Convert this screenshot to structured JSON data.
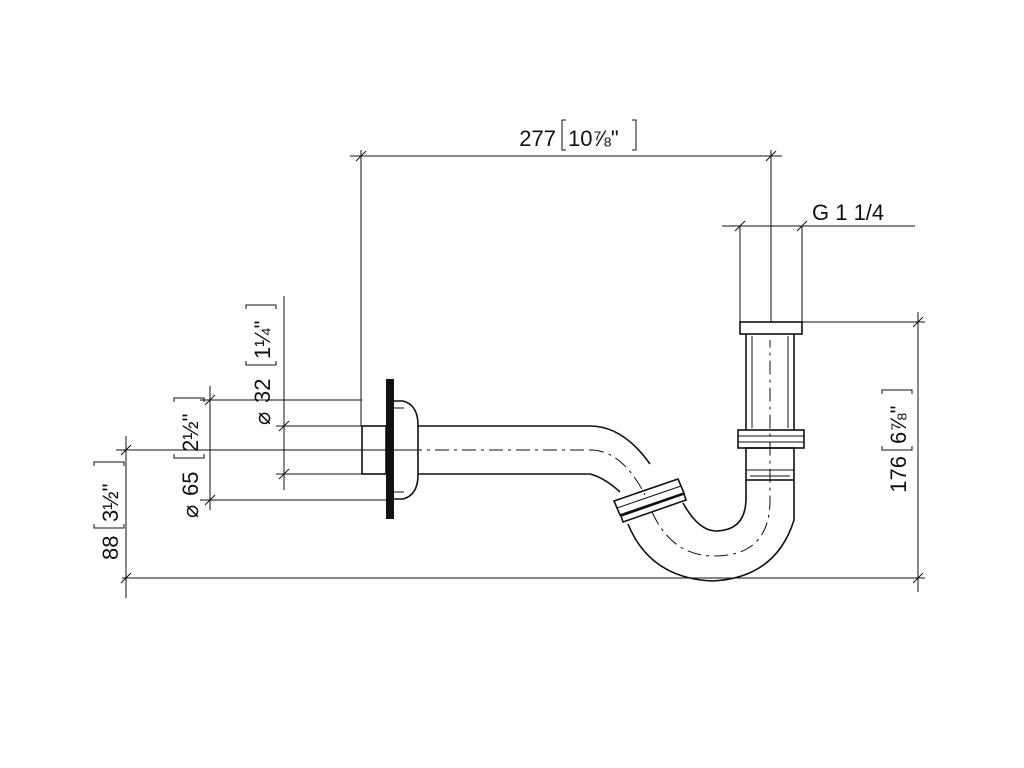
{
  "diagram": {
    "dim_width": {
      "mm": "277",
      "inch": "10⅞\""
    },
    "dim_thread": {
      "label": "G 1 1/4"
    },
    "dim_height": {
      "mm": "176",
      "inch": "6⅞\""
    },
    "dim_pipe_diameter": {
      "symbol": "⌀",
      "mm": "32",
      "inch": "1¼\""
    },
    "dim_rosette_diameter": {
      "symbol": "⌀",
      "mm": "65",
      "inch": "2½\""
    },
    "dim_axis_height": {
      "mm": "88",
      "inch": "3½\""
    }
  }
}
